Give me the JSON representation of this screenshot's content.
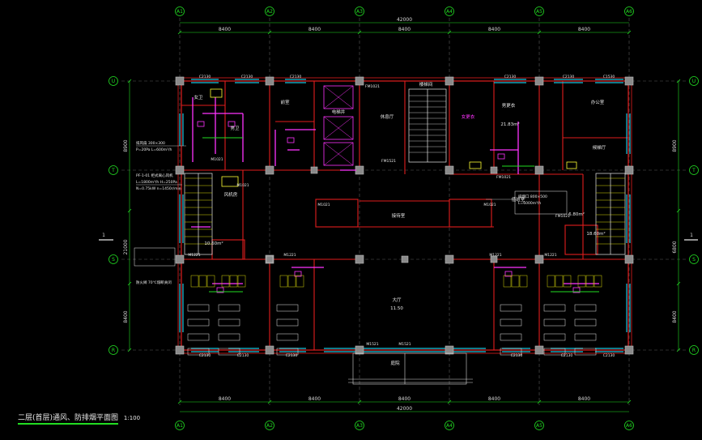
{
  "drawing_title": "二层(首层)通风、防排烟平面图",
  "scale": "1:100",
  "colors": {
    "background": "#000000",
    "wall": "#e11d1d",
    "column": "#8a8a8a",
    "window": "#18c7e0",
    "dimension": "#22dd22",
    "text": "#e8e8e8",
    "duct": "#ff33ff",
    "equipment": "#ffff33"
  },
  "axes": {
    "top": [
      "A1",
      "A2",
      "A3",
      "A4",
      "A5",
      "A6"
    ],
    "bottom": [
      "A1",
      "A2",
      "A3",
      "A4",
      "A5",
      "A6"
    ],
    "left": [
      "U",
      "T",
      "S",
      "R"
    ],
    "right": [
      "U",
      "T",
      "S",
      "R"
    ]
  },
  "dimensions": {
    "top_total": "42000",
    "top_bays": [
      "8400",
      "8400",
      "8400",
      "8400",
      "8400"
    ],
    "bottom_bays": [
      "8400",
      "8400",
      "8400",
      "8400",
      "8400"
    ],
    "bottom_total": "42000",
    "left_bays": [
      "8900",
      "21000",
      "8400"
    ],
    "right_bays": [
      "8900",
      "6800",
      "8400"
    ],
    "section_mark": "1"
  },
  "rooms": [
    {
      "label": "女卫"
    },
    {
      "label": "男卫"
    },
    {
      "label": "前室"
    },
    {
      "label": "电梯井"
    },
    {
      "label": "休息厅"
    },
    {
      "label": "楼梯间"
    },
    {
      "label": "女更衣"
    },
    {
      "label": "男更衣"
    },
    {
      "label": "办公室"
    },
    {
      "label": "候梯厅"
    },
    {
      "label": "接待室"
    },
    {
      "label": "大厅"
    },
    {
      "label": "庭院"
    },
    {
      "label": "值班室"
    },
    {
      "label": "风机房"
    }
  ],
  "room_areas": [
    "11.50",
    "10.60m²",
    "18.60m²",
    "21.83m²",
    "6.80m²"
  ],
  "door_tags": [
    "M1021",
    "M1021",
    "M1221",
    "FM1021",
    "FM1521",
    "M1521",
    "M1021",
    "FM1021",
    "M1221",
    "M1521",
    "M1021",
    "M1221",
    "M1221",
    "FM1021"
  ],
  "window_tags": [
    "C2130",
    "C2130",
    "C2130",
    "C2130",
    "C2130",
    "C1530",
    "C2130",
    "C2130",
    "C2130",
    "C2130",
    "C2130",
    "C2130"
  ],
  "notes": [
    "排风扇 300×300",
    "P=20Pa  L=600m³/h",
    "PF-1-01 柜式离心风机",
    "L=1800m³/h  H=250Pa",
    "N=0.75kW  n=1450r/min",
    "防火阀 70℃熔断关闭",
    "排烟口 800×500",
    "L=6000m³/h"
  ]
}
